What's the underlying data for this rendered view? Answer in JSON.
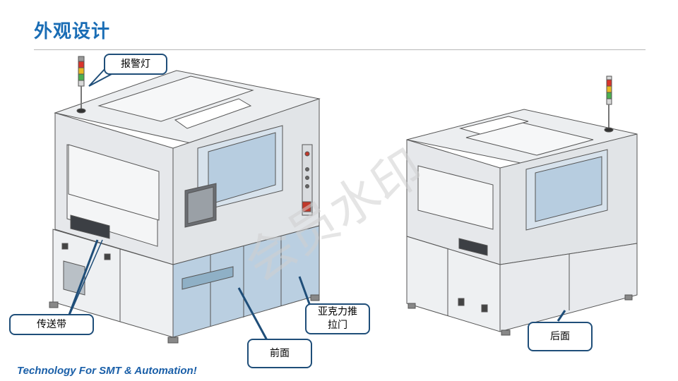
{
  "slide": {
    "title": "外观设计",
    "footer": "Technology For SMT & Automation!",
    "watermark": "会员水印"
  },
  "callouts": {
    "alarm_light": "报警灯",
    "conveyor": "传送带",
    "front": "前面",
    "acrylic_door_line1": "亚克力推",
    "acrylic_door_line2": "拉门",
    "back": "后面"
  },
  "colors": {
    "title": "#1a6db5",
    "callout_border": "#1f4e79",
    "machine_body": "#e4e6e9",
    "glass": "#a9c3d9"
  }
}
